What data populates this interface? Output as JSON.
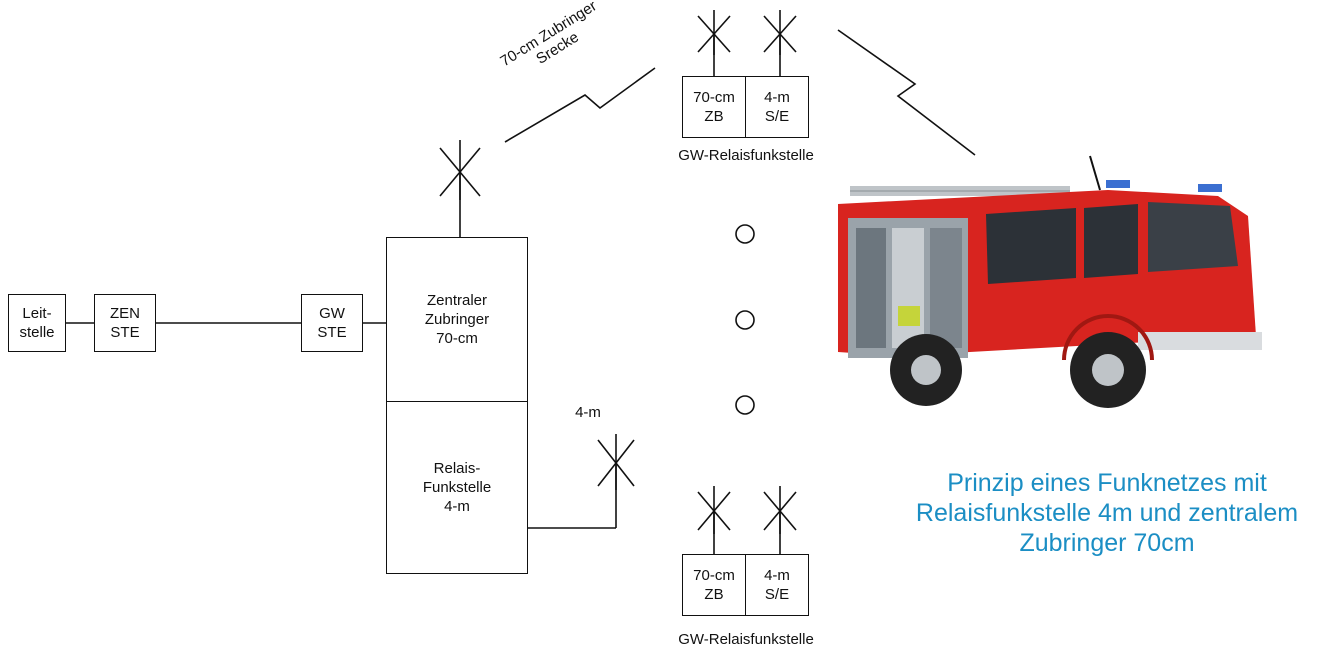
{
  "nodes": {
    "leitstelle": "Leit-\nstelle",
    "zen_ste": "ZEN\nSTE",
    "gw_ste": "GW\nSTE",
    "zentraler": "Zentraler\nZubringer\n70-cm",
    "relais": "Relais-\nFunkstelle\n4-m",
    "top_zb": "70-cm\nZB",
    "top_se": "4-m\nS/E",
    "bottom_zb": "70-cm\nZB",
    "bottom_se": "4-m\nS/E"
  },
  "labels": {
    "zubringer_strecke": "70-cm Zubringer\nSrecke",
    "antenna_4m": "4-m",
    "gw_top": "GW-Relaisfunkstelle",
    "gw_bottom": "GW-Relaisfunkstelle"
  },
  "caption": "Prinzip eines Funknetzes mit\nRelaisfunkstelle 4m und zentralem\nZubringer 70cm",
  "colors": {
    "caption": "#1b8ec4",
    "truck_body": "#d8241f"
  },
  "icons": {
    "antenna": "antenna-icon",
    "vehicle": "fire-truck-icon",
    "radio_link": "radio-link-icon"
  }
}
